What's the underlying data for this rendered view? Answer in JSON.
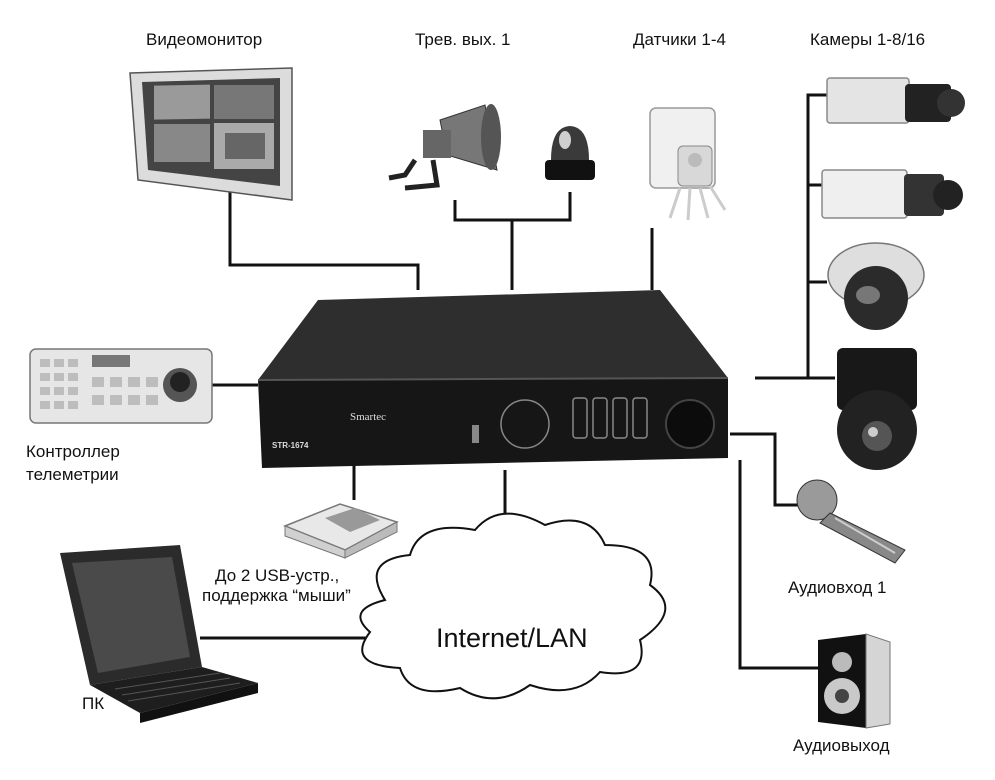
{
  "labels": {
    "monitor": "Видеомонитор",
    "alarm_out": "Трев. вых. 1",
    "sensors": "Датчики 1-4",
    "cameras": "Камеры 1-8/16",
    "controller_line1": "Контроллер",
    "controller_line2": "телеметрии",
    "usb_line1": "До 2 USB-устр.,",
    "usb_line2": "поддержка “мыши”",
    "network": "Internet/LAN",
    "pc": "ПК",
    "audio_in": "Аудиовход 1",
    "audio_out": "Аудиовыход"
  },
  "dvr": {
    "brand": "Smartec",
    "model": "STR-1674"
  },
  "colors": {
    "line": "#111111",
    "dvr_body": "#1a1a1a",
    "device_light": "#e8e8e8",
    "device_dark": "#2a2a2a"
  }
}
